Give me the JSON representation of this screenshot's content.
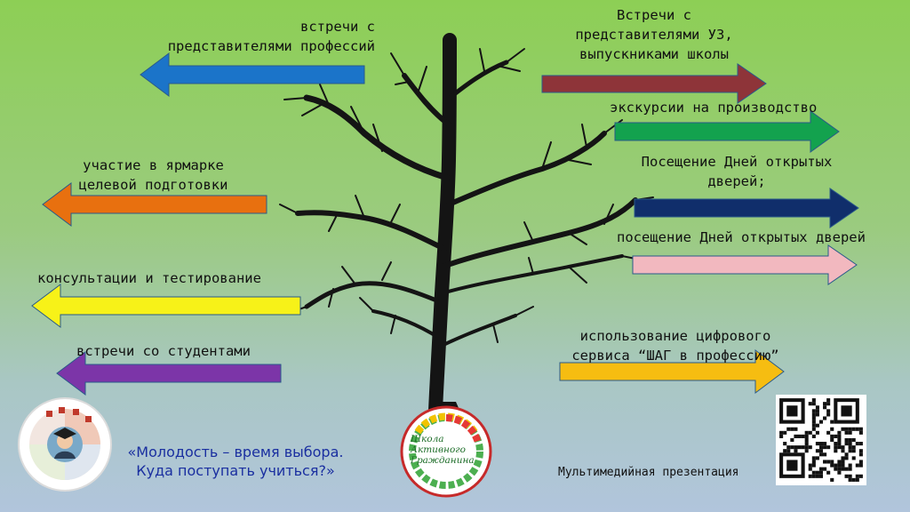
{
  "left_items": [
    {
      "text": "встречи с\nпредставителями профессий",
      "color": "#1b74c9"
    },
    {
      "text": "участие в ярмарке\nцелевой подготовки",
      "color": "#e8700f"
    },
    {
      "text": "консультации и тестирование",
      "color": "#f7f218"
    },
    {
      "text": "встречи со студентами",
      "color": "#7c35a8"
    }
  ],
  "right_items": [
    {
      "text": "Встречи с\nпредставителями УЗ,\nвыпускниками школы",
      "color": "#8e3439"
    },
    {
      "text": "экскурсии на производство",
      "color": "#13a24e"
    },
    {
      "text": "Посещение Дней открытых\nдверей;",
      "color": "#102e6b"
    },
    {
      "text": "посещение Дней открытых дверей",
      "color": "#f2b8bf"
    },
    {
      "text": "использование цифрового\nсервиса “ШАГ в профессию”",
      "color": "#f6bd11"
    }
  ],
  "slogan": "«Молодость – время выбора.\nКуда поступать учиться?»",
  "footer": "Мультимедийная презентация",
  "logo_text": "Школа\nАктивного\nГражданина",
  "colors": {
    "tree": "#141414",
    "logo_ring": "#c62a2a",
    "slogan": "#1a2fa0"
  }
}
